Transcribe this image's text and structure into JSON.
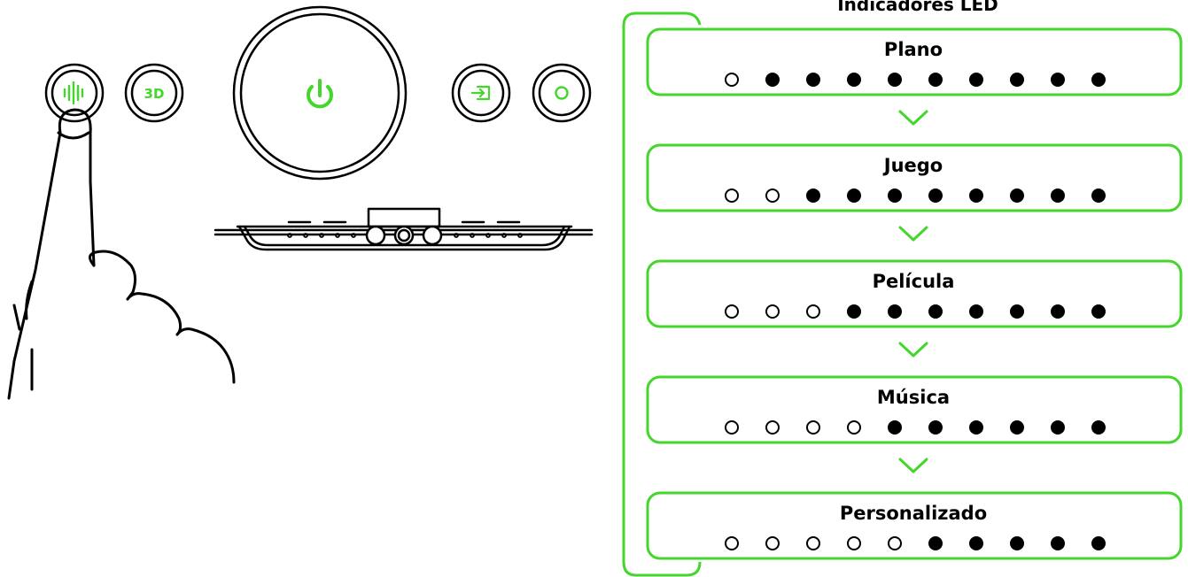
{
  "panel_title": "Indicadores LED",
  "colors": {
    "accent": "#44d62c",
    "ink": "#000000",
    "background": "#ffffff"
  },
  "device": {
    "buttons": [
      {
        "name": "sound-mode-button",
        "icon": "soundwave-icon",
        "label": ""
      },
      {
        "name": "3d-button",
        "icon": "",
        "label": "3D"
      },
      {
        "name": "power-button",
        "icon": "power-icon",
        "label": ""
      },
      {
        "name": "input-button",
        "icon": "input-source-icon",
        "label": ""
      },
      {
        "name": "bluetooth-button",
        "icon": "circle-icon",
        "label": ""
      }
    ],
    "pressed_button": "sound-mode-button"
  },
  "modes": [
    {
      "name": "Plano",
      "lit": 1,
      "total": 10
    },
    {
      "name": "Juego",
      "lit": 2,
      "total": 10
    },
    {
      "name": "Película",
      "lit": 3,
      "total": 10
    },
    {
      "name": "Música",
      "lit": 4,
      "total": 10
    },
    {
      "name": "Personalizado",
      "lit": 5,
      "total": 10
    }
  ]
}
